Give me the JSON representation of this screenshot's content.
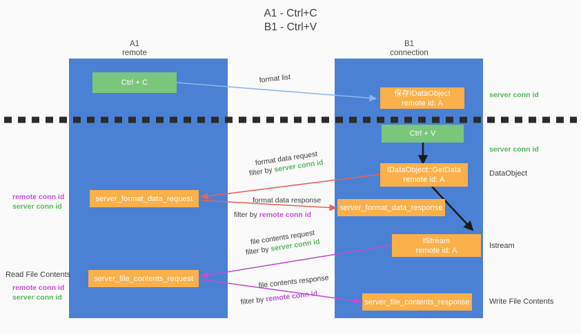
{
  "title": {
    "line1": "A1 - Ctrl+C",
    "line2": "B1 - Ctrl+V"
  },
  "columns": [
    {
      "name": "A1",
      "sub": "remote"
    },
    {
      "name": "B1",
      "sub": "connection"
    }
  ],
  "nodes": {
    "ctrl_c": {
      "label": "Ctrl + C"
    },
    "ctrl_v": {
      "label": "Ctrl + V"
    },
    "save_idataobject": {
      "line1": "保存IDataObject",
      "line2": "remote id: A"
    },
    "idataobject_getdata": {
      "line1": "IDataObject::GetData",
      "line2": "remote id: A"
    },
    "istream": {
      "line1": "IStream",
      "line2": "remote id: A"
    },
    "server_format_data_request": {
      "label": "server_format_data_request"
    },
    "server_format_data_response": {
      "label": "server_format_data_response"
    },
    "server_file_contents_request": {
      "label": "server_file_contents_request"
    },
    "server_file_contents_response": {
      "label": "server_file_contents_response"
    }
  },
  "edges": {
    "format_list": {
      "label": "format list"
    },
    "format_data_request": {
      "label": "format data request"
    },
    "format_data_request_filter": {
      "prefix": "filter by ",
      "key": "server conn id"
    },
    "format_data_response": {
      "label": "format data response"
    },
    "format_data_response_filter": {
      "prefix": "filter by ",
      "key": "remote conn id"
    },
    "file_contents_request": {
      "label": "file contents request"
    },
    "file_contents_request_filter": {
      "prefix": "filter by ",
      "key": "server conn id"
    },
    "file_contents_response": {
      "label": "file contents response"
    },
    "file_contents_response_filter": {
      "prefix": "filter by ",
      "key": "remote conn id"
    }
  },
  "annotations": {
    "right_top_server_conn_id": "server conn id",
    "right_mid_server_conn_id": "server conn id",
    "right_dataobject": "DataObject",
    "right_istream": "Istream",
    "right_write_file_contents": "Write File Contents",
    "left_format_remote_conn_id": "remote conn id",
    "left_format_server_conn_id": "server conn id",
    "left_read_file_contents": "Read File Contents",
    "left_file_remote_conn_id": "remote conn id",
    "left_file_server_conn_id": "server conn id"
  },
  "colors": {
    "lane_blue": "#4a81d4",
    "node_green": "#78c77d",
    "node_orange": "#fbb04a",
    "accent_green": "#58b55e",
    "accent_purple": "#c14fd4",
    "arrow_lightblue": "#8bb8e8",
    "arrow_red": "#e8635a",
    "arrow_magenta": "#c14fd4",
    "arrow_black": "#1a1a1a",
    "divider": "#2b2b2b",
    "background": "#fafafa"
  }
}
